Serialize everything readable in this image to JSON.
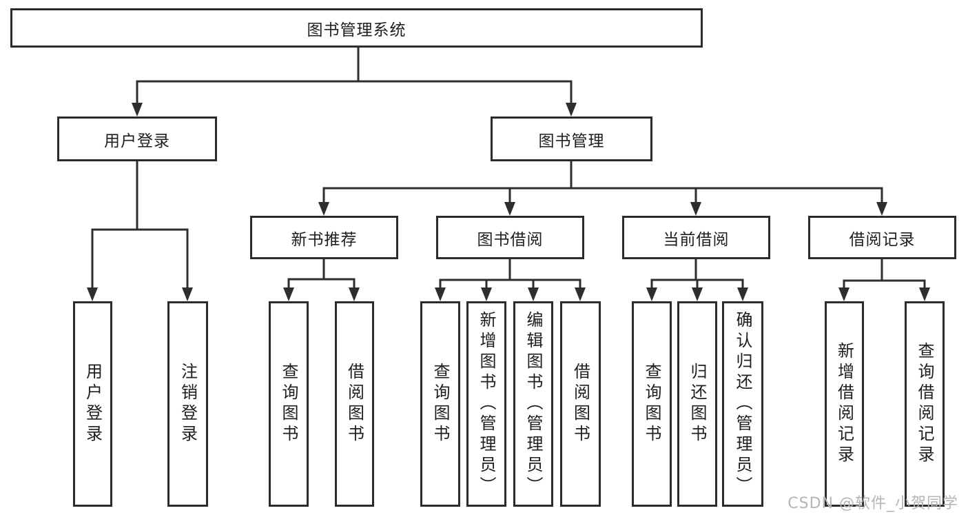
{
  "diagram": {
    "root": {
      "label": "图书管理系统"
    },
    "level2": {
      "user_login": {
        "label": "用户登录"
      },
      "book_management": {
        "label": "图书管理"
      }
    },
    "level3": {
      "new_book_recommend": {
        "label": "新书推荐"
      },
      "book_borrowing": {
        "label": "图书借阅"
      },
      "current_borrowing": {
        "label": "当前借阅"
      },
      "borrowing_records": {
        "label": "借阅记录"
      }
    },
    "leaves": {
      "user_login_group": {
        "login": "用户登录",
        "logout": "注销登录"
      },
      "new_book_recommend_group": {
        "query_books": "查询图书",
        "borrow_books": "借阅图书"
      },
      "book_borrowing_group": {
        "query_books": "查询图书",
        "add_books_admin": "新增图书（管理员）",
        "edit_books_admin": "编辑图书（管理员）",
        "borrow_books": "借阅图书"
      },
      "current_borrowing_group": {
        "query_books": "查询图书",
        "return_books": "归还图书",
        "confirm_return_admin": "确认归还（管理员）"
      },
      "borrowing_records_group": {
        "add_borrow_record": "新增借阅记录",
        "query_borrow_record": "查询借阅记录"
      }
    }
  },
  "watermark": {
    "text": "CSDN @软件_小贺同学"
  },
  "colors": {
    "line": "#2e2e2e",
    "border": "#2b2b2b",
    "text": "#1e1e1e",
    "watermark": "#b5b5b5",
    "background": "#ffffff"
  }
}
